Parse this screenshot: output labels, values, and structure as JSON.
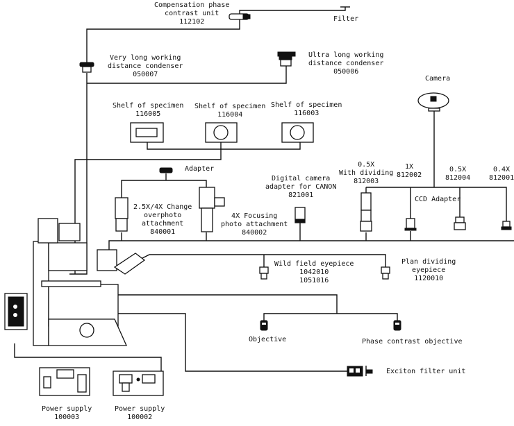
{
  "title": "Inverted microscope system configuration diagram",
  "components": {
    "compensation_phase_unit": {
      "lines": [
        "Compensation phase",
        "contrast unit",
        "112102"
      ]
    },
    "filter": {
      "lines": [
        "Filter"
      ]
    },
    "very_long_condenser": {
      "lines": [
        "Very long working",
        "distance condenser",
        "050007"
      ]
    },
    "ultra_long_condenser": {
      "lines": [
        "Ultra long working",
        "distance condenser",
        "050006"
      ]
    },
    "camera": {
      "lines": [
        "Camera"
      ]
    },
    "shelf_116005": {
      "lines": [
        "Shelf of specimen",
        "116005"
      ]
    },
    "shelf_116004": {
      "lines": [
        "Shelf of specimen",
        "116004"
      ]
    },
    "shelf_116003": {
      "lines": [
        "Shelf of specimen",
        "116003"
      ]
    },
    "adapter": {
      "lines": [
        "Adapter"
      ]
    },
    "change_overphoto": {
      "lines": [
        "2.5X/4X Change",
        "overphoto",
        "attachment",
        "840001"
      ]
    },
    "focusing_photo": {
      "lines": [
        "4X Focusing",
        "photo attachment",
        "840002"
      ]
    },
    "canon_adapter": {
      "lines": [
        "Digital camera",
        "adapter for CANON",
        "821001"
      ]
    },
    "dividing_05x": {
      "lines": [
        "0.5X",
        "With dividing",
        "812003"
      ]
    },
    "ccd_1x": {
      "lines": [
        "1X",
        "812002"
      ]
    },
    "ccd_05x": {
      "lines": [
        "0.5X",
        "812004"
      ]
    },
    "ccd_04x": {
      "lines": [
        "0.4X",
        "812001"
      ]
    },
    "ccd_adapter": {
      "lines": [
        "CCD Adapter"
      ]
    },
    "wild_field_eyepiece": {
      "lines": [
        "Wild field eyepiece",
        "1042010",
        "1051016"
      ]
    },
    "plan_dividing_eyepiece": {
      "lines": [
        "Plan dividing",
        "eyepiece",
        "1120010"
      ]
    },
    "objective": {
      "lines": [
        "Objective"
      ]
    },
    "phase_contrast_objective": {
      "lines": [
        "Phase contrast objective"
      ]
    },
    "exciton_filter_unit": {
      "lines": [
        "Exciton filter unit"
      ]
    },
    "power_supply_100003": {
      "lines": [
        "Power supply",
        "100003"
      ]
    },
    "power_supply_100002": {
      "lines": [
        "Power supply",
        "100002"
      ]
    }
  }
}
